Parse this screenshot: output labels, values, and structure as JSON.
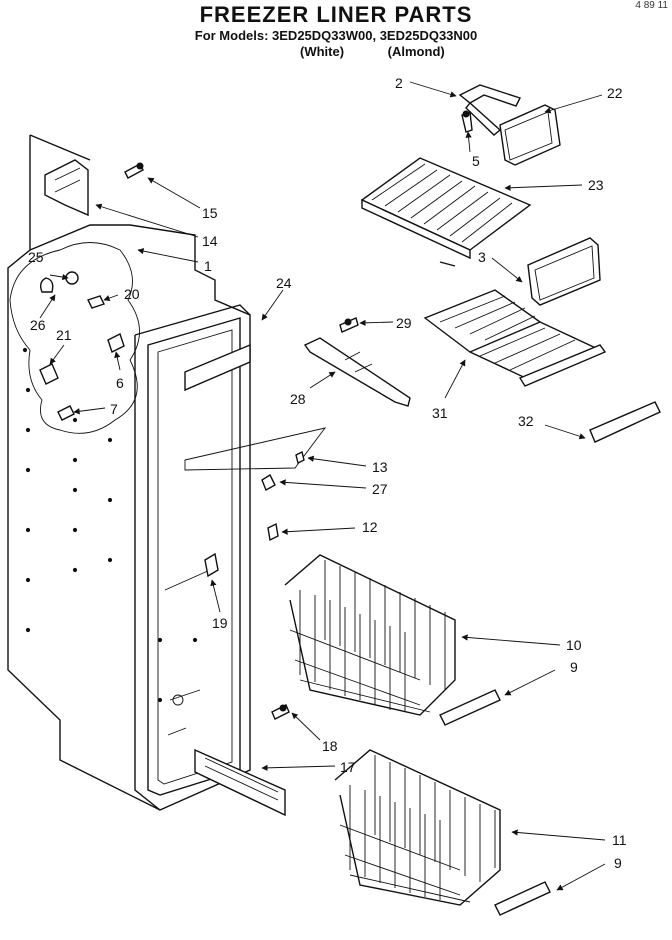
{
  "header": {
    "title": "FREEZER LINER PARTS",
    "models_line": "For Models: 3ED25DQ33W00, 3ED25DQ33N00",
    "color_white": "(White)",
    "color_almond": "(Almond)",
    "corner_code": "4 89 11"
  },
  "callouts": [
    {
      "id": "c1",
      "text": "1"
    },
    {
      "id": "c2",
      "text": "2"
    },
    {
      "id": "c3",
      "text": "3"
    },
    {
      "id": "c5",
      "text": "5"
    },
    {
      "id": "c6",
      "text": "6"
    },
    {
      "id": "c7",
      "text": "7"
    },
    {
      "id": "c9a",
      "text": "9"
    },
    {
      "id": "c9b",
      "text": "9"
    },
    {
      "id": "c10",
      "text": "10"
    },
    {
      "id": "c11",
      "text": "11"
    },
    {
      "id": "c12",
      "text": "12"
    },
    {
      "id": "c13",
      "text": "13"
    },
    {
      "id": "c14",
      "text": "14"
    },
    {
      "id": "c15",
      "text": "15"
    },
    {
      "id": "c17",
      "text": "17"
    },
    {
      "id": "c18",
      "text": "18"
    },
    {
      "id": "c19",
      "text": "19"
    },
    {
      "id": "c20",
      "text": "20"
    },
    {
      "id": "c21",
      "text": "21"
    },
    {
      "id": "c22",
      "text": "22"
    },
    {
      "id": "c23",
      "text": "23"
    },
    {
      "id": "c24",
      "text": "24"
    },
    {
      "id": "c25",
      "text": "25"
    },
    {
      "id": "c26",
      "text": "26"
    },
    {
      "id": "c27",
      "text": "27"
    },
    {
      "id": "c28",
      "text": "28"
    },
    {
      "id": "c29",
      "text": "29"
    },
    {
      "id": "c31",
      "text": "31"
    },
    {
      "id": "c32",
      "text": "32"
    }
  ]
}
